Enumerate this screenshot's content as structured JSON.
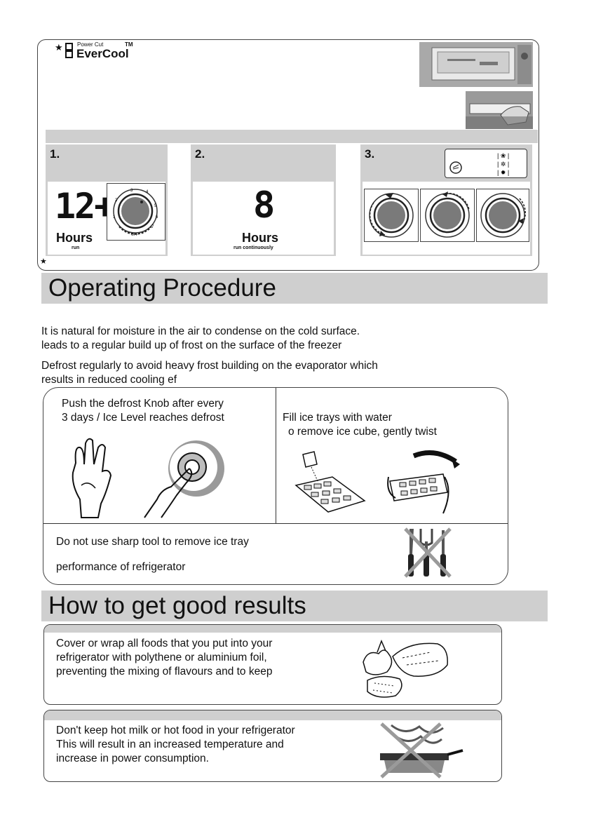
{
  "evercool": {
    "star": "★",
    "power_cut": "Power Cut",
    "brand": "EverCool",
    "tm": "TM",
    "steps": [
      {
        "num": "1.",
        "display": "12+",
        "unit": "Hours",
        "sub": "run"
      },
      {
        "num": "2.",
        "display": "8",
        "unit": "Hours",
        "sub": "run continuously"
      },
      {
        "num": "3."
      }
    ],
    "footer_star": "★"
  },
  "operating": {
    "heading": "Operating Procedure",
    "para1": [
      "It is natural for moisture in the air to condense on the cold surface.",
      "leads to a regular build up of frost on the surface of the freezer"
    ],
    "para2": [
      "Defrost regularly to avoid heavy frost building on the evaporator which",
      "results in reduced cooling ef"
    ],
    "defrost_text": [
      "Push the defrost Knob after every",
      "3 days / Ice Level reaches defrost"
    ],
    "ice_text": [
      "Fill ice trays with water",
      "o remove ice cube, gently twist"
    ],
    "sharp_text": [
      "Do not use sharp tool to remove ice tray",
      "performance of refrigerator"
    ]
  },
  "results": {
    "heading": "How to get good results",
    "cover_text": [
      "Cover or wrap all foods that you put into your",
      "refrigerator with polythene or aluminium foil,",
      "preventing the mixing of flavours and to keep"
    ],
    "hot_text": [
      "Don't keep hot milk or hot food in your refrigerator",
      "This will result in an increased temperature and",
      "increase in power consumption."
    ]
  },
  "dial_ticks": [
    "1",
    "2",
    "3",
    "4",
    "5",
    "6",
    "7"
  ],
  "dial_off": "OFF"
}
